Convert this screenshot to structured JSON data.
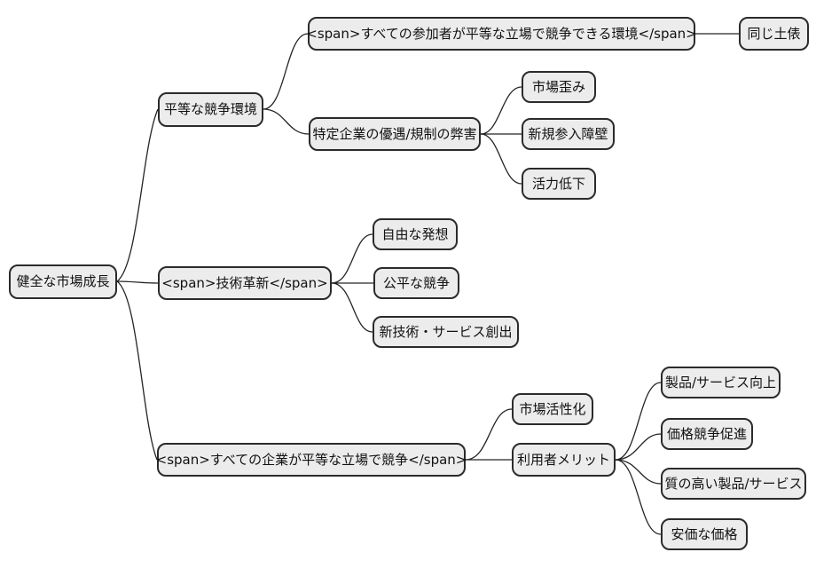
{
  "diagram": {
    "type": "mindmap",
    "orientation": "left-to-right"
  },
  "colors": {
    "background": "#ffffff",
    "node_fill": "#ececec",
    "node_border": "#2b2b2b",
    "edge": "#242424",
    "text": "#111111"
  },
  "mindmap": {
    "root": {
      "label": "健全な市場成長",
      "children": [
        {
          "label": "平等な競争環境",
          "children": [
            {
              "label": "<span>すべての参加者が平等な立場で競争できる環境</span>",
              "children": [
                {
                  "label": "同じ土俵"
                }
              ]
            },
            {
              "label": "特定企業の優遇/規制の弊害",
              "children": [
                {
                  "label": "市場歪み"
                },
                {
                  "label": "新規参入障壁"
                },
                {
                  "label": "活力低下"
                }
              ]
            }
          ]
        },
        {
          "label": "<span>技術革新</span>",
          "children": [
            {
              "label": "自由な発想"
            },
            {
              "label": "公平な競争"
            },
            {
              "label": "新技術・サービス創出"
            }
          ]
        },
        {
          "label": "<span>すべての企業が平等な立場で競争</span>",
          "children": [
            {
              "label": "市場活性化"
            },
            {
              "label": "利用者メリット",
              "children": [
                {
                  "label": "製品/サービス向上"
                },
                {
                  "label": "価格競争促進"
                },
                {
                  "label": "質の高い製品/サービス"
                },
                {
                  "label": "安価な価格"
                }
              ]
            }
          ]
        }
      ]
    }
  }
}
